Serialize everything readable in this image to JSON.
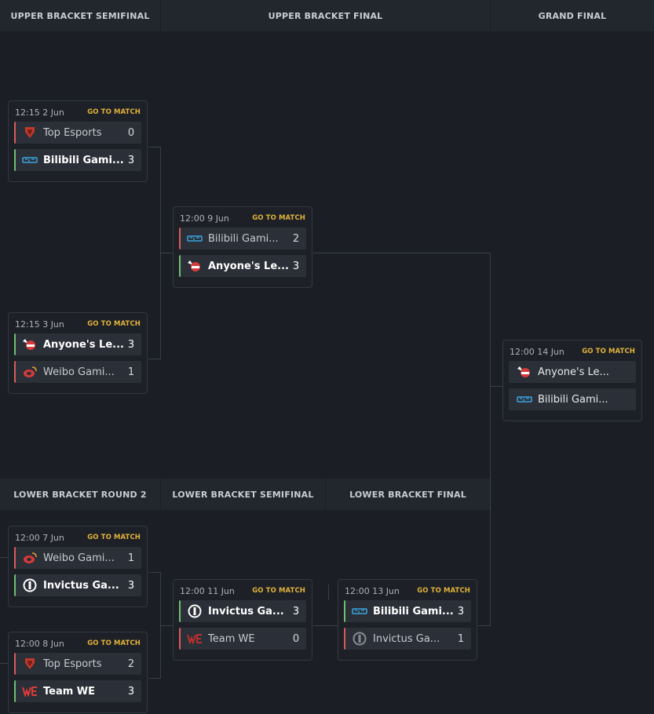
{
  "headers": {
    "ub_semi": "UPPER BRACKET SEMIFINAL",
    "ub_final": "UPPER BRACKET FINAL",
    "grand_final": "GRAND FINAL",
    "lb_r2": "LOWER BRACKET ROUND 2",
    "lb_semi": "LOWER BRACKET SEMIFINAL",
    "lb_final": "LOWER BRACKET FINAL"
  },
  "goto_label": "GO TO MATCH",
  "colors": {
    "win": "#6fbf73",
    "lose": "#d85b5b",
    "accent": "#e2b33c"
  },
  "matches": {
    "ubs1": {
      "time": "12:15  2 Jun",
      "t1": {
        "name": "Top Esports",
        "score": "0",
        "icon": "top-esports-icon"
      },
      "t2": {
        "name": "Bilibili Gami...",
        "score": "3",
        "icon": "bilibili-gaming-icon"
      }
    },
    "ubs2": {
      "time": "12:15  3 Jun",
      "t1": {
        "name": "Anyone's Le...",
        "score": "3",
        "icon": "anyones-legend-icon"
      },
      "t2": {
        "name": "Weibo Gami...",
        "score": "1",
        "icon": "weibo-gaming-icon"
      }
    },
    "ubf": {
      "time": "12:00  9 Jun",
      "t1": {
        "name": "Bilibili Gami...",
        "score": "2",
        "icon": "bilibili-gaming-icon"
      },
      "t2": {
        "name": "Anyone's Le...",
        "score": "3",
        "icon": "anyones-legend-icon"
      }
    },
    "gf": {
      "time": "12:00  14 Jun",
      "t1": {
        "name": "Anyone's Le...",
        "score": "",
        "icon": "anyones-legend-icon"
      },
      "t2": {
        "name": "Bilibili Gami...",
        "score": "",
        "icon": "bilibili-gaming-icon"
      }
    },
    "lbr2a": {
      "time": "12:00  7 Jun",
      "t1": {
        "name": "Weibo Gami...",
        "score": "1",
        "icon": "weibo-gaming-icon"
      },
      "t2": {
        "name": "Invictus Ga...",
        "score": "3",
        "icon": "invictus-gaming-icon"
      }
    },
    "lbr2b": {
      "time": "12:00  8 Jun",
      "t1": {
        "name": "Top Esports",
        "score": "2",
        "icon": "top-esports-icon"
      },
      "t2": {
        "name": "Team WE",
        "score": "3",
        "icon": "team-we-icon"
      }
    },
    "lbs": {
      "time": "12:00  11 Jun",
      "t1": {
        "name": "Invictus Ga...",
        "score": "3",
        "icon": "invictus-gaming-icon"
      },
      "t2": {
        "name": "Team WE",
        "score": "0",
        "icon": "team-we-icon"
      }
    },
    "lbf": {
      "time": "12:00  13 Jun",
      "t1": {
        "name": "Bilibili Gami...",
        "score": "3",
        "icon": "bilibili-gaming-icon"
      },
      "t2": {
        "name": "Invictus Ga...",
        "score": "1",
        "icon": "invictus-gaming-icon"
      }
    }
  }
}
